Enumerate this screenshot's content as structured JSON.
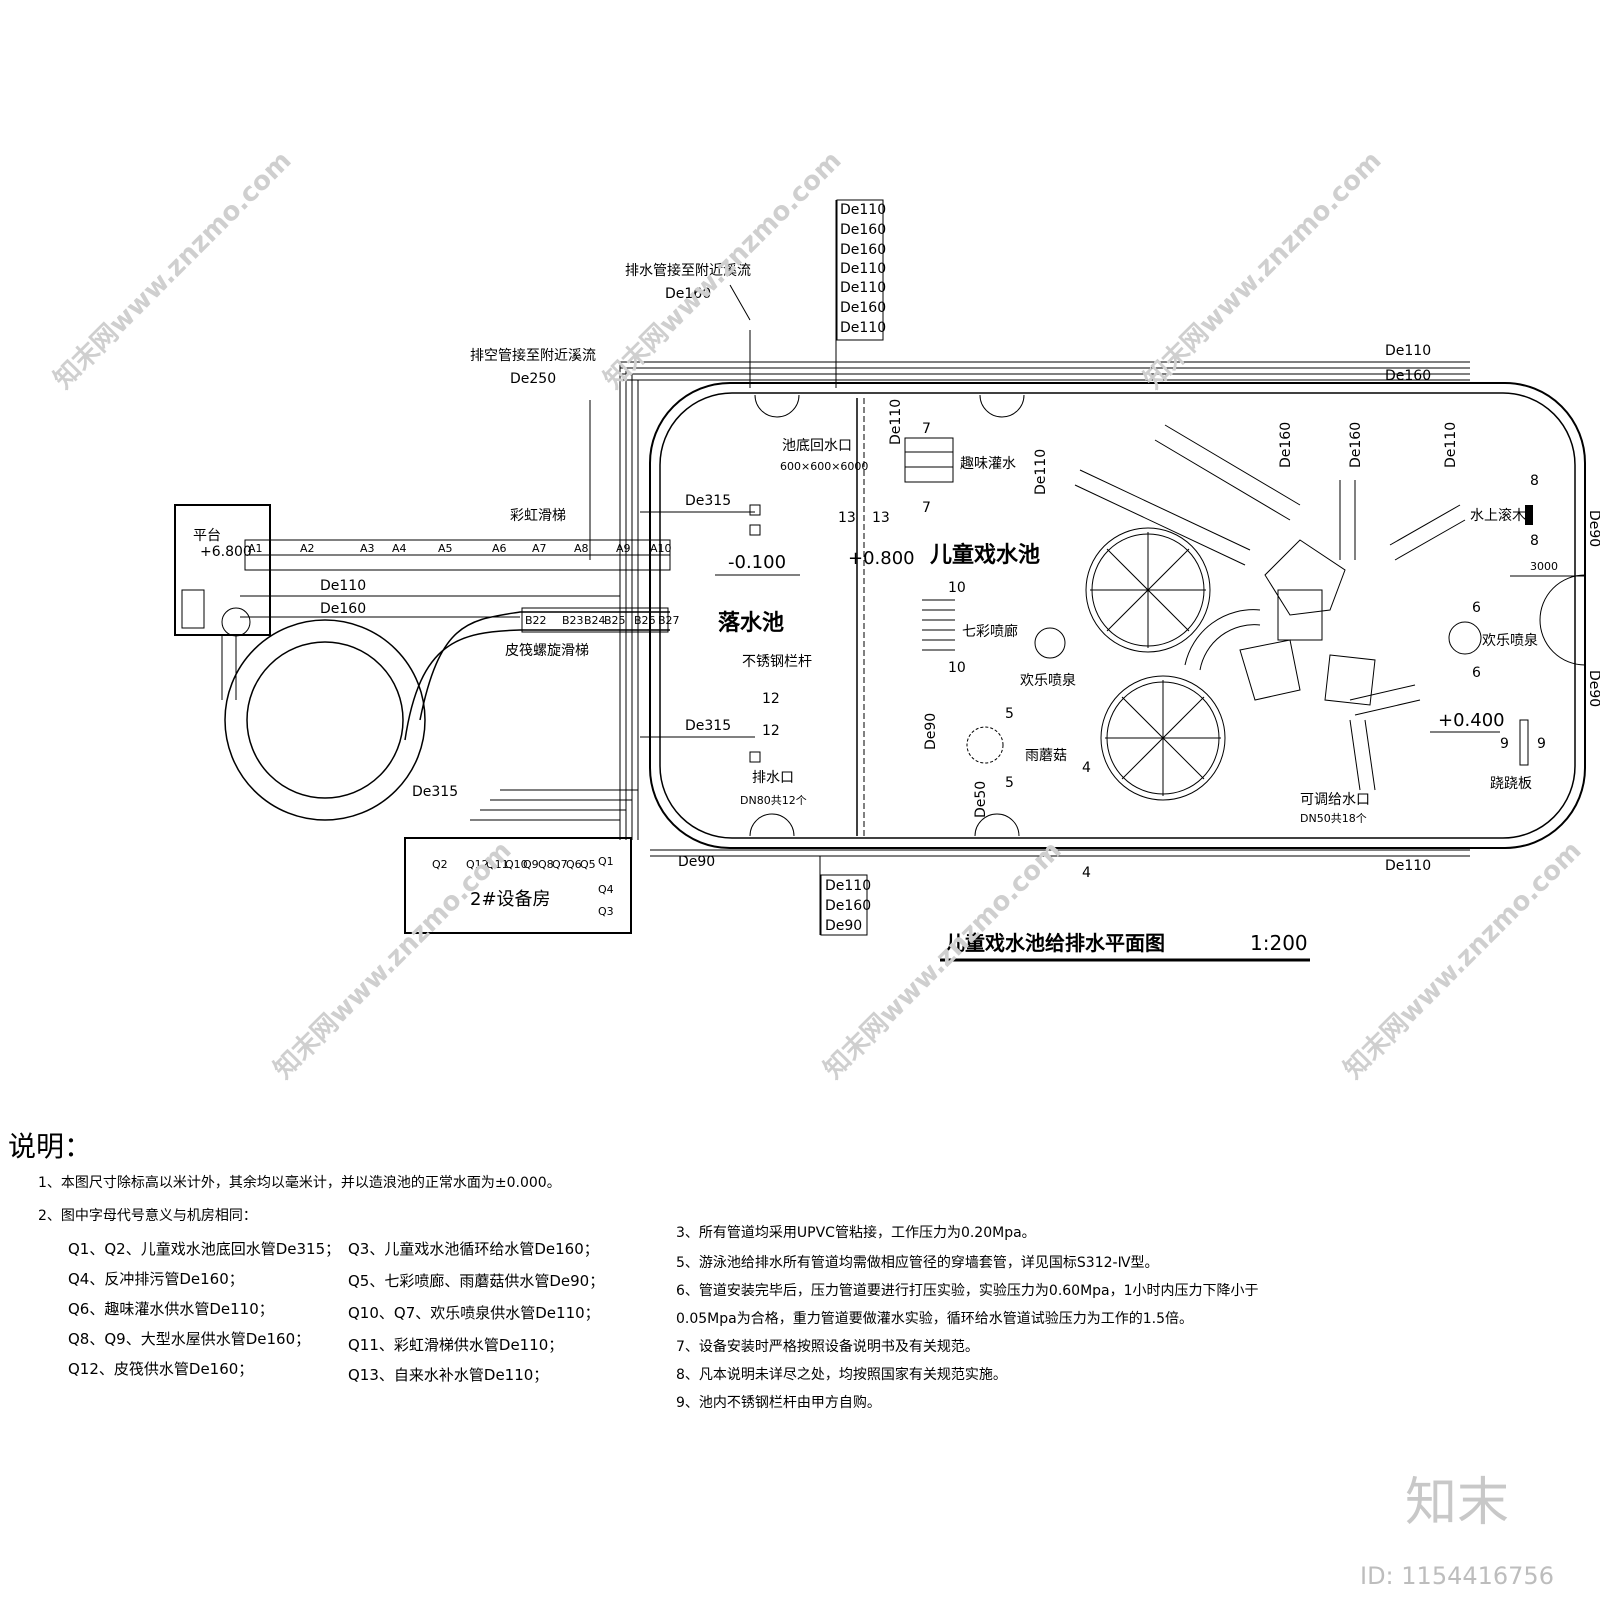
{
  "pipes_top": [
    "De110",
    "De160",
    "De160",
    "De110",
    "De110",
    "De160",
    "De110"
  ],
  "pipes_bottom": [
    "De110",
    "De160",
    "De90"
  ],
  "drain_note": "排水管接至附近溪流",
  "drain_size": "De160",
  "empty_note": "排空管接至附近溪流",
  "empty_size": "De250",
  "labels": {
    "rainbow_slide": "彩虹滑梯",
    "platform": "平台",
    "platform_level": "+6.800",
    "spiral_slide": "皮筏螺旋滑梯",
    "splash_pool": "落水池",
    "splash_level": "-0.100",
    "railing": "不锈钢栏杆",
    "bottom_return": "池底回水口",
    "bottom_return_size": "600×600×6000",
    "kids_pool": "儿童戏水池",
    "kids_level": "+0.800",
    "fun_pour": "趣味灌水",
    "rainbow_corridor": "七彩喷廊",
    "fun_fountain_1": "欢乐喷泉",
    "fun_fountain_2": "欢乐喷泉",
    "rain_mushroom": "雨蘑菇",
    "drain_outlet": "排水口",
    "drain_outlet_spec": "DN80共12个",
    "adj_inlet": "可调给水口",
    "adj_inlet_spec": "DN50共18个",
    "water_roller": "水上滚木",
    "seesaw": "跷跷板",
    "right_level": "+0.400",
    "equip_room": "2#设备房",
    "dim_3000": "3000"
  },
  "pipe_labels": {
    "de315_a": "De315",
    "de315_b": "De315",
    "de315_c": "De315",
    "de110_left": "De110",
    "de160_left": "De160",
    "de90_bottom": "De90",
    "de110_top_right": "De110",
    "de160_top_right": "De160",
    "de110_bottom_right": "De110",
    "de90_right_1": "De90",
    "de90_right_2": "De90",
    "de110_v1": "De110",
    "de110_v2": "De110",
    "de160_v1": "De160",
    "de160_v2": "De160",
    "de110_v3": "De110",
    "de90_v": "De90",
    "de50_v": "De50"
  },
  "slide_a": [
    "A1",
    "A2",
    "A3",
    "A4",
    "A5",
    "A6",
    "A7",
    "A8",
    "A9",
    "A10"
  ],
  "slide_b_top": [
    "B22",
    "B23",
    "B24",
    "B25",
    "B26",
    "B27"
  ],
  "room_ports": [
    "Q12",
    "Q11",
    "Q10",
    "Q9",
    "Q8",
    "Q7",
    "Q6",
    "Q5"
  ],
  "room_right": [
    "Q1",
    "Q4",
    "Q3"
  ],
  "room_left": "Q2",
  "tag_numbers": [
    "13",
    "13",
    "12",
    "12",
    "7",
    "7",
    "10",
    "10",
    "5",
    "5",
    "4",
    "4",
    "8",
    "8",
    "6",
    "6",
    "9",
    "9"
  ],
  "title": "儿童戏水池给排水平面图",
  "scale": "1:200",
  "notes_heading": "说明：",
  "notes_left": [
    "1、本图尺寸除标高以米计外，其余均以毫米计，并以造浪池的正常水面为±0.000。",
    "2、图中字母代号意义与机房相同："
  ],
  "codes_col1": [
    "Q1、Q2、儿童戏水池底回水管De315；",
    "Q4、反冲排污管De160；",
    "Q6、趣味灌水供水管De110；",
    "Q8、Q9、大型水屋供水管De160；",
    "Q12、皮筏供水管De160；"
  ],
  "codes_col2": [
    "Q3、儿童戏水池循环给水管De160；",
    "Q5、七彩喷廊、雨蘑菇供水管De90；",
    "Q10、Q7、欢乐喷泉供水管De110；",
    "Q11、彩虹滑梯供水管De110；",
    "Q13、自来水补水管De110；"
  ],
  "notes_right": [
    "3、所有管道均采用UPVC管粘接，工作压力为0.20Mpa。",
    "5、游泳池给排水所有管道均需做相应管径的穿墙套管，详见国标S312-Ⅳ型。",
    "6、管道安装完毕后，压力管道要进行打压实验，实验压力为0.60Mpa，1小时内压力下降小于",
    "   0.05Mpa为合格，重力管道要做灌水实验，循环给水管道试验压力为工作的1.5倍。",
    "7、设备安装时严格按照设备说明书及有关规范。",
    "8、凡本说明未详尽之处，均按照国家有关规范实施。",
    "9、池内不锈钢栏杆由甲方自购。"
  ],
  "brand": "知末",
  "brand_id": "ID: 1154416756",
  "watermark_text": "知末网www.znzmo.com"
}
